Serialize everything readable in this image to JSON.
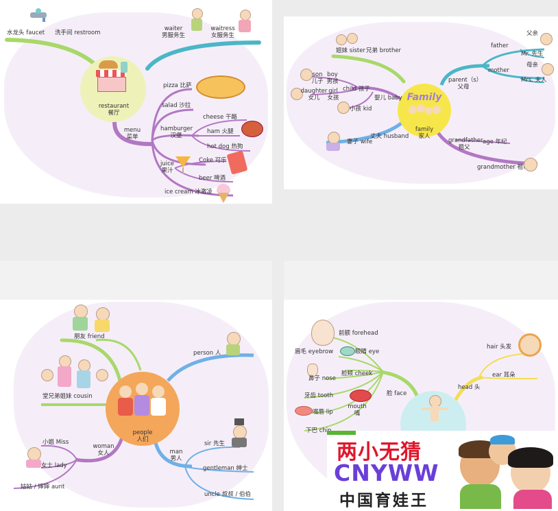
{
  "restaurant": {
    "center": [
      "restaurant",
      "餐厅"
    ],
    "faucet": "水龙头 faucet",
    "restroom": "洗手间 restroom",
    "waiter": [
      "waiter",
      "男服务生"
    ],
    "waitress": [
      "waitress",
      "女服务生"
    ],
    "menu": [
      "menu",
      "菜单"
    ],
    "pizza": "pizza 比萨",
    "salad": "salad 沙拉",
    "hamburger": [
      "hamburger",
      "汉堡"
    ],
    "cheese": "cheese 干酪",
    "ham": "ham 火腿",
    "hotdog": "hot dog 热狗",
    "juice": [
      "juice",
      "果汁"
    ],
    "coke": "Coke 可乐",
    "beer": "beer 啤酒",
    "icecream": "ice cream 冰激凌"
  },
  "family": {
    "center_logo": "Family",
    "center": [
      "family",
      "家人"
    ],
    "sister": "姐妹 sister",
    "brother": "兄弟 brother",
    "son": [
      "son",
      "儿子"
    ],
    "boy": [
      "boy",
      "男孩"
    ],
    "daughter": [
      "daughter",
      "女儿"
    ],
    "girl": [
      "girl",
      "女孩"
    ],
    "child": "child 孩子",
    "baby": "婴儿 baby",
    "kid": "小孩 kid",
    "wife": "妻子 wife",
    "husband": "丈夫 husband",
    "father": "father",
    "father_cn": "父亲",
    "mr": "Mr. 先生",
    "mother": "mother",
    "mother_cn": "母亲",
    "mrs": "Mrs. 夫人",
    "parent": [
      "parent（s）",
      "父母"
    ],
    "grandfather": [
      "grandfather",
      "祖父"
    ],
    "age": "age 年纪",
    "grandmother": "grandmother 祖母"
  },
  "people": {
    "center": [
      "people",
      "人们"
    ],
    "friend": "朋友 friend",
    "cousin": "堂兄弟姐妹 cousin",
    "person": "person 人",
    "miss": "小姐 Miss",
    "woman": [
      "woman",
      "女人"
    ],
    "lady": "女士 lady",
    "aunt": "姑姑 / 婶婶 aunt",
    "man": [
      "man",
      "男人"
    ],
    "sir": "sir 先生",
    "gentleman": "gentleman 绅士",
    "uncle": "uncle 叔叔 / 伯伯"
  },
  "body": {
    "forehead": "前额 forehead",
    "eyebrow": "眉毛 eyebrow",
    "eye": "眼睛 eye",
    "nose": "鼻子 nose",
    "cheek": "脸颊 cheek",
    "tooth": "牙齿 tooth",
    "lip": "嘴唇 lip",
    "mouth": [
      "mouth",
      "嘴"
    ],
    "chin": "下巴 chin",
    "face": "脸 face",
    "hair": "hair 头发",
    "ear": "ear 耳朵",
    "head": "head 头"
  },
  "brand": {
    "line1": "两小无猜",
    "line2": "CNYWW",
    "line3": "中国育娃王"
  },
  "colors": {
    "restaurant_hub": "#eef2b8",
    "family_hub": "#f7e64a",
    "people_hub": "#f4a65a",
    "body_hub": "#cdeef0",
    "branch_green": "#a8d86a",
    "branch_teal": "#4bb6c7",
    "branch_purple": "#b277c4",
    "branch_blue": "#6fb0e8",
    "branch_yellow": "#f3dd55",
    "blob": "#f5eef8"
  }
}
